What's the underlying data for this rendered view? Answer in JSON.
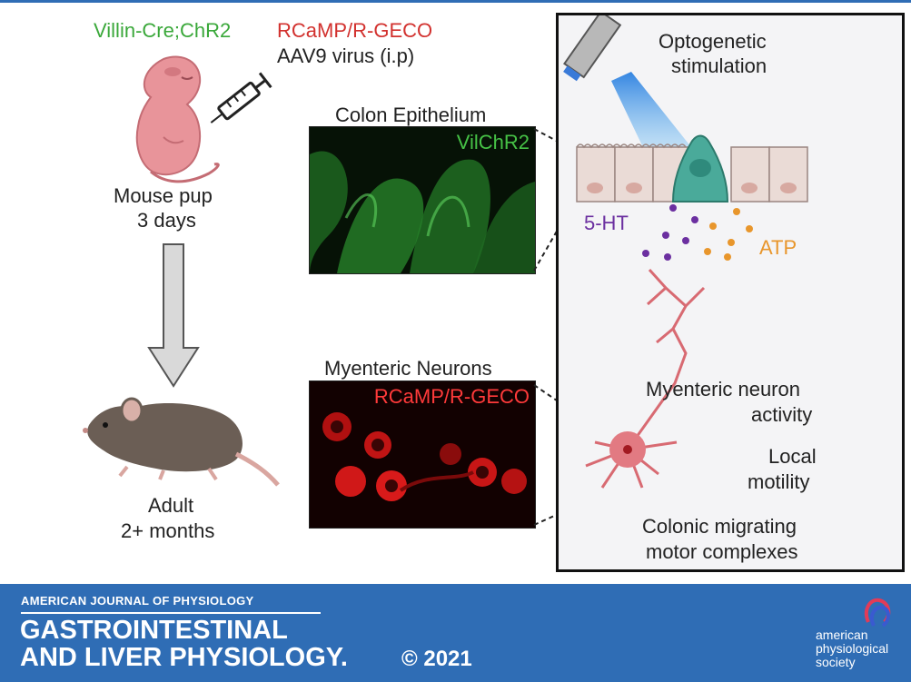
{
  "left": {
    "genotype_green": "Villin-Cre;ChR2",
    "genotype_red": "RCaMP/R-GECO",
    "virus": "AAV9 virus (i.p)",
    "pup_line1": "Mouse pup",
    "pup_line2": "3 days",
    "adult_line1": "Adult",
    "adult_line2": "2+ months"
  },
  "images": {
    "epithelium_title": "Colon Epithelium",
    "epithelium_label": "VilChR2",
    "neurons_title": "Myenteric Neurons",
    "neurons_label": "RCaMP/R-GECO"
  },
  "panel": {
    "stim_line1": "Optogenetic",
    "stim_line2": "stimulation",
    "serotonin": "5-HT",
    "atp": "ATP",
    "outcome1_line1": "Myenteric neuron",
    "outcome1_line2": "activity",
    "outcome2_line1": "Local",
    "outcome2_line2": "motility",
    "outcome3_line1": "Colonic migrating",
    "outcome3_line2": "motor complexes"
  },
  "footer": {
    "journal_top": "AMERICAN JOURNAL OF PHYSIOLOGY",
    "journal_line1": "GASTROINTESTINAL",
    "journal_line2": "AND LIVER PHYSIOLOGY.",
    "copyright": "© 2021",
    "society_line1": "american",
    "society_line2": "physiological",
    "society_line3": "society"
  },
  "colors": {
    "green": "#3aa83a",
    "red": "#d2312e",
    "purple": "#6b2fa0",
    "orange": "#e8962c",
    "footer_blue": "#2f6db5",
    "blue_light": "#3aa6e8"
  }
}
